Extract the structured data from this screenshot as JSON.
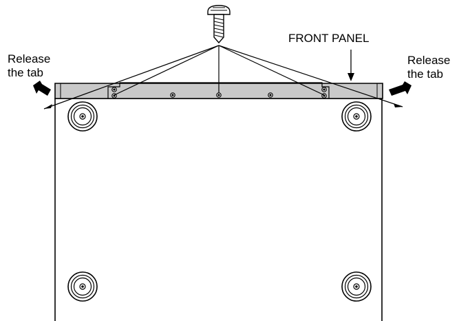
{
  "labels": {
    "front_panel": "FRONT PANEL",
    "release_left": [
      "Release",
      "the tab"
    ],
    "release_right": [
      "Release",
      "the tab"
    ]
  },
  "colors": {
    "panel_strip": "#c9c9c9",
    "line": "#000000",
    "background": "#ffffff"
  },
  "icons": {
    "screw": "screw-icon",
    "foot": "rubber-foot-icon",
    "push_arrow": "push-arrow-icon"
  }
}
